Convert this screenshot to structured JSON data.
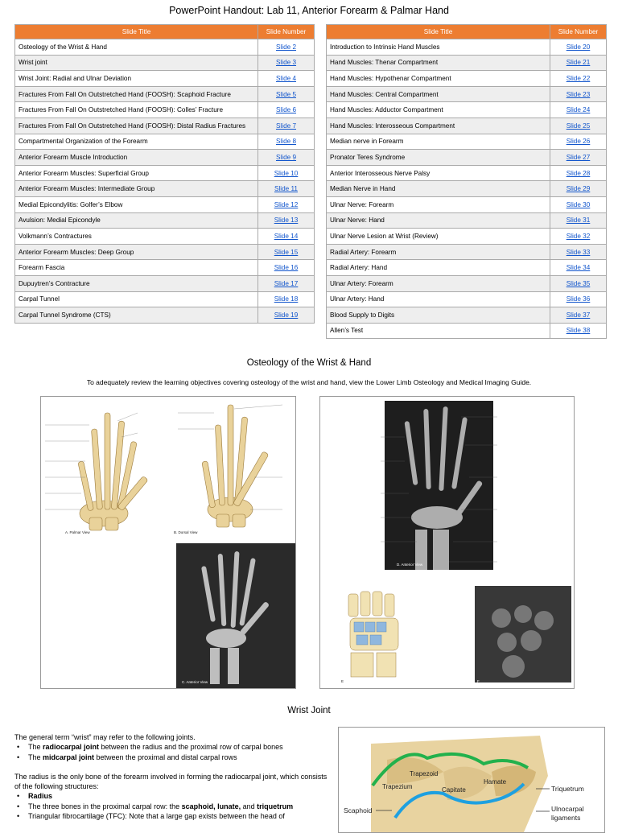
{
  "page_title": "PowerPoint Handout: Lab 11, Anterior Forearm & Palmar Hand",
  "table_headers": {
    "slide_title": "Slide Title",
    "slide_number": "Slide Number"
  },
  "left_table": [
    {
      "title": "Osteology of the Wrist & Hand",
      "slide": "Slide 2"
    },
    {
      "title": "Wrist joint",
      "slide": "Slide 3"
    },
    {
      "title": "Wrist Joint: Radial and Ulnar Deviation",
      "slide": "Slide 4"
    },
    {
      "title": "Fractures From Fall On Outstretched Hand (FOOSH): Scaphoid Fracture",
      "slide": "Slide 5"
    },
    {
      "title": "Fractures From Fall On Outstretched Hand (FOOSH): Colles’ Fracture",
      "slide": "Slide 6"
    },
    {
      "title": "Fractures From Fall On Outstretched Hand (FOOSH): Distal Radius Fractures",
      "slide": "Slide 7"
    },
    {
      "title": "Compartmental Organization of the Forearm",
      "slide": "Slide 8"
    },
    {
      "title": "Anterior Forearm Muscle Introduction",
      "slide": "Slide 9"
    },
    {
      "title": "Anterior Forearm Muscles: Superficial Group",
      "slide": "Slide 10"
    },
    {
      "title": "Anterior Forearm Muscles: Intermediate Group",
      "slide": "Slide 11"
    },
    {
      "title": "Medial Epicondylitis: Golfer’s Elbow",
      "slide": "Slide 12"
    },
    {
      "title": "Avulsion: Medial Epicondyle",
      "slide": "Slide 13"
    },
    {
      "title": "Volkmann’s Contractures",
      "slide": "Slide 14"
    },
    {
      "title": "Anterior Forearm Muscles: Deep Group",
      "slide": "Slide 15"
    },
    {
      "title": "Forearm Fascia",
      "slide": "Slide 16"
    },
    {
      "title": "Dupuytren’s Contracture",
      "slide": "Slide 17"
    },
    {
      "title": "Carpal Tunnel",
      "slide": "Slide 18"
    },
    {
      "title": "Carpal Tunnel Syndrome (CTS)",
      "slide": "Slide 19"
    }
  ],
  "right_table": [
    {
      "title": "Introduction to Intrinsic Hand Muscles",
      "slide": "Slide 20"
    },
    {
      "title": "Hand Muscles: Thenar Compartment",
      "slide": "Slide 21"
    },
    {
      "title": "Hand Muscles: Hypothenar Compartment",
      "slide": "Slide 22"
    },
    {
      "title": "Hand Muscles: Central Compartment",
      "slide": "Slide 23"
    },
    {
      "title": "Hand Muscles: Adductor Compartment",
      "slide": "Slide 24"
    },
    {
      "title": "Hand Muscles: Interosseous Compartment",
      "slide": "Slide 25"
    },
    {
      "title": "Median nerve in Forearm",
      "slide": "Slide 26"
    },
    {
      "title": "Pronator Teres Syndrome",
      "slide": "Slide 27"
    },
    {
      "title": "Anterior Interosseous Nerve Palsy",
      "slide": "Slide 28"
    },
    {
      "title": "Median Nerve in Hand",
      "slide": "Slide 29"
    },
    {
      "title": "Ulnar Nerve: Forearm",
      "slide": "Slide 30"
    },
    {
      "title": "Ulnar Nerve: Hand",
      "slide": "Slide 31"
    },
    {
      "title": "Ulnar Nerve Lesion at Wrist (Review)",
      "slide": "Slide 32"
    },
    {
      "title": "Radial Artery: Forearm",
      "slide": "Slide 33"
    },
    {
      "title": "Radial Artery: Hand",
      "slide": "Slide 34"
    },
    {
      "title": "Ulnar Artery: Forearm",
      "slide": "Slide 35"
    },
    {
      "title": "Ulnar Artery: Hand",
      "slide": "Slide 36"
    },
    {
      "title": "Blood Supply to Digits",
      "slide": "Slide 37"
    },
    {
      "title": "Allen’s Test",
      "slide": "Slide 38"
    }
  ],
  "osteology": {
    "heading": "Osteology of the Wrist & Hand",
    "intro": "To adequately review the learning objectives covering osteology of the wrist and hand, view the Lower Limb Osteology and Medical Imaging Guide.",
    "fig1_panel_a": "A. Palmar View",
    "fig1_panel_b": "B. Dorsal View",
    "fig1_panel_c": "C. Anterior View",
    "fig2_panel_d": "D. Anterior View",
    "fig2_panel_e": "E",
    "fig2_panel_f": "F"
  },
  "wrist_joint": {
    "heading": "Wrist Joint",
    "p1": "The general term “wrist” may refer to the following joints.",
    "b1_a": "The ",
    "b1_bold": "radiocarpal joint",
    "b1_b": " between the radius and the proximal row of carpal bones",
    "b2_a": "The ",
    "b2_bold": "midcarpal joint",
    "b2_b": " between the proximal and distal carpal rows",
    "p2": "The radius is the only bone of the forearm involved in forming the radiocarpal joint, which consists of the following structures:",
    "c1": "Radius",
    "c2_a": "The three bones in the proximal carpal row: the ",
    "c2_bold": "scaphoid, lunate,",
    "c2_mid": " and ",
    "c2_bold2": "triquetrum",
    "c3": "Triangular fibrocartilage (TFC): Note that a large gap exists between the head of",
    "diagram_labels": {
      "trapezoid": "Trapezoid",
      "trapezium": "Trapezium",
      "capitate": "Capitate",
      "hamate": "Hamate",
      "triquetrum": "Triquetrum",
      "scaphoid": "Scaphoid",
      "ulnocarpal": "Ulnocarpal",
      "ligaments": "ligaments"
    }
  },
  "colors": {
    "header_orange": "#ED7D31",
    "link_blue": "#1155CC",
    "midcarpal_green": "#22B14C",
    "radiocarpal_blue": "#1EA0E0"
  }
}
